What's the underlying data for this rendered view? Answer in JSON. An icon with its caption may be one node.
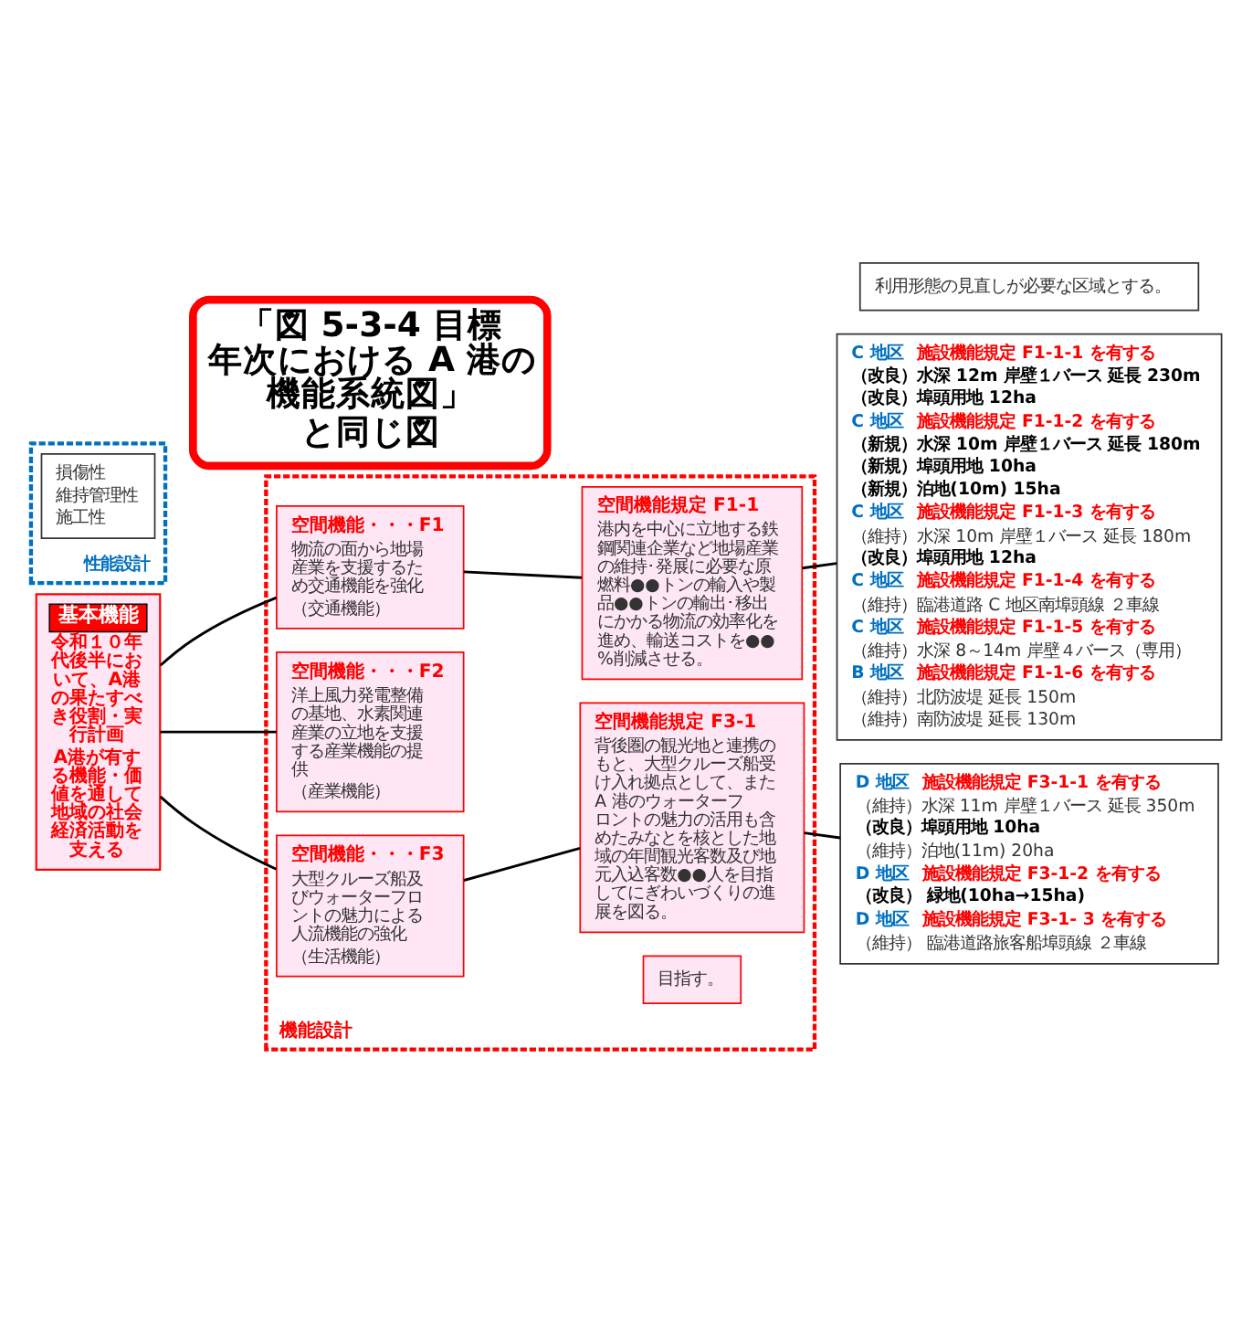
{
  "diagram": {
    "nodes": [
      {
        "text": [
          "機能設計"
        ]
      },
      {
        "text": [
          "性能設計"
        ]
      },
      {
        "text": [
          "基本機能",
          "令和１０年代後半において、A港の果たすべき役割・実行計画",
          "A港が有する機能・価値を通して地域の社会経済活動を支える"
        ]
      },
      {
        "text": [
          "空間機能・・・F1",
          "物流の面から地場産業を支援するため交通機能を強化",
          "（交通機能）"
        ],
        "in": 0
      },
      {
        "text": [
          "空間機能・・・F2",
          "洋上風力発電整備の基地、水素関連産業の立地を支援する産業機能の提供",
          "（産業機能）"
        ],
        "in": 0
      },
      {
        "text": [
          "空間機能・・・F3",
          "大型クルーズ船及びウォーターフロントの魅力による人流機能の強化",
          "（生活機能）"
        ],
        "in": 0
      },
      {
        "text": [
          "空間機能規定 F1-1",
          "港内を中心に立地する鉄鋼関連企業など地場産業の維持･発展に必要な原燃料●●トンの輸入や製品●●トンの輸出･移出にかかる物流の効率化を進め、輸送コストを●●%削減させる。"
        ],
        "in": 0
      },
      {
        "text": [
          "目指す。"
        ],
        "in": 0
      },
      {
        "text": [
          "空間機能規定 F3-1",
          "背後圏の観光地と連携のもと、大型クルーズ船受け入れ拠点として、また A 港のウォーターフロントの魅力の活用も含めたみなとを核とした地域の年間観光客数及び地元入込客数●●人を目指してにぎわいづくりの進展を図る。"
        ],
        "in": 0
      },
      {
        "text": [
          "C 地区",
          "施設機能規定 F1-1-1 を有する",
          "（改良）水深 12m 岸壁１バース 延長 230m",
          "（改良）埠頭用地 12ha",
          "C 地区",
          "施設機能規定 F1-1-2 を有する",
          "（新規）水深 10m 岸壁１バース 延長 180m",
          "（新規）埠頭用地 10ha",
          "（新規）泊地(10m) 15ha",
          "C 地区",
          "施設機能規定 F1-1-3 を有する",
          "（維持）水深 10m 岸壁１バース 延長 180m",
          "（改良）埠頭用地 12ha",
          "C 地区",
          "施設機能規定 F1-1-4 を有する",
          "（維持）臨港道路 C 地区南埠頭線 ２車線",
          "C 地区",
          "施設機能規定 F1-1-5 を有する",
          "（維持）水深 8～14m 岸壁４バース（専用）",
          "B 地区",
          "施設機能規定 F1-1-6 を有する",
          "（維持）北防波堤 延長 150m",
          "（維持）南防波堤 延長 130m"
        ]
      },
      {
        "text": [
          "利用形態の見直しが必要な区域とする。"
        ]
      },
      {
        "text": [
          "D 地区",
          "施設機能規定 F3-1-1 を有する",
          "（維持）水深 11m 岸壁１バース 延長 350m",
          "（改良）埠頭用地 10ha",
          "（維持）泊地(11m) 20ha",
          "D 地区",
          "施設機能規定 F3-1-2 を有する",
          "（改良） 緑地(10ha→15ha)",
          "D 地区",
          "施設機能規定 F3-1- 3 を有する",
          "（維持） 臨港道路旅客船埠頭線 ２車線"
        ]
      },
      {
        "text": [
          "損傷性",
          "維持管理性",
          "施工性"
        ],
        "in": 1
      },
      {
        "text": [
          "「図 5-3-4 目標年次における A 港の機能系統図」",
          "と同じ図"
        ]
      }
    ],
    "edges": [
      {
        "from": 2,
        "to": 3,
        "arrow": "none"
      },
      {
        "from": 2,
        "to": 4,
        "arrow": "none"
      },
      {
        "from": 2,
        "to": 5,
        "arrow": "none"
      },
      {
        "from": 3,
        "to": 6,
        "arrow": "none"
      },
      {
        "from": 5,
        "to": 8,
        "arrow": "none"
      },
      {
        "from": 6,
        "to": 9,
        "arrow": "none"
      },
      {
        "from": 8,
        "to": 11,
        "arrow": "none"
      }
    ]
  }
}
